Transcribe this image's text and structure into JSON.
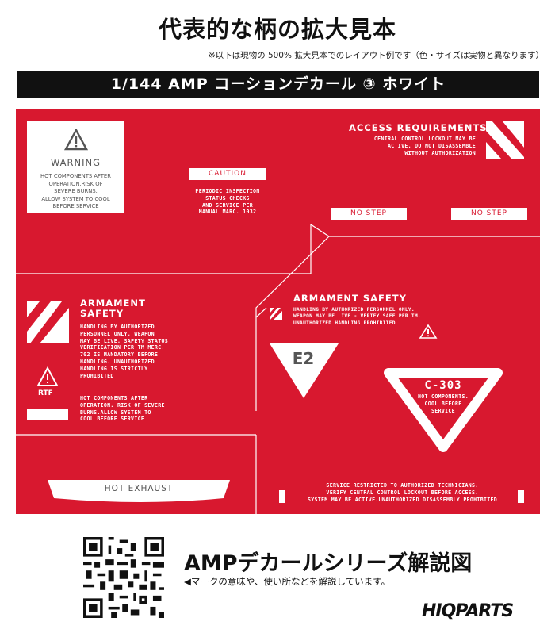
{
  "header": {
    "title": "代表的な柄の拡大見本",
    "note": "※以下は現物の 500% 拡大見本でのレイアウト例です（色・サイズは実物と異なります）",
    "product": "1/144 AMP コーションデカール ③ ホワイト"
  },
  "decal": {
    "background_color": "#d8182f",
    "warning": {
      "title": "WARNING",
      "lines": [
        "HOT COMPONENTS AFTER",
        "OPERATION.RISK OF",
        "SEVERE BURNS.",
        "ALLOW SYSTEM TO COOL",
        "BEFORE SERVICE"
      ]
    },
    "caution": {
      "tag": "CAUTION",
      "lines": [
        "PERIODIC INSPECTION",
        "STATUS CHECKS",
        "AND SERVICE PER",
        "MANUAL MARC. 1032"
      ]
    },
    "access": {
      "title": "ACCESS REQUIREMENTS",
      "lines": [
        "CENTRAL CONTROL LOCKOUT MAY BE",
        "ACTIVE. DO NOT DISASSEMBLE",
        "WITHOUT AUTHORIZATION"
      ]
    },
    "no_step_left": "NO STEP",
    "no_step_right": "NO STEP",
    "armament_left": {
      "title_1": "ARMAMENT",
      "title_2": "SAFETY",
      "lines": [
        "HANDLING BY AUTHORIZED",
        "PERSONNEL ONLY. WEAPON",
        "MAY BE LIVE. SAFETY STATUS",
        "VERIFICATION PER TM MERC.",
        "702 IS MANDATORY BEFORE",
        "HANDLING. UNAUTHORIZED",
        "HANDLING IS STRICTLY",
        "PROHIBITED"
      ]
    },
    "rtf": "RTF",
    "hot_components": {
      "lines": [
        "HOT COMPONENTS AFTER",
        "OPERATION. RISK OF SEVERE",
        "BURNS.ALLOW SYSTEM TO",
        "COOL BEFORE SERVICE"
      ]
    },
    "hot_exhaust": "HOT EXHAUST",
    "armament_right": {
      "title": "ARMAMENT SAFETY",
      "lines": [
        "HANDLING BY AUTHORIZED PERSONNEL ONLY.",
        "WEAPON MAY BE LIVE - VERIFY SAFE PER TM.",
        "UNAUTHORIZED HANDLING PROHIBITED"
      ]
    },
    "e2": "E2",
    "c303": {
      "title": "C-303",
      "lines": [
        "HOT COMPONENTS.",
        "COOL BEFORE",
        "SERVICE"
      ]
    },
    "service": {
      "lines": [
        "SERVICE RESTRICTED TO AUTHORIZED TECHNICIANS.",
        "VERIFY CENTRAL CONTROL LOCKOUT BEFORE ACCESS.",
        "SYSTEM MAY BE ACTIVE.UNAUTHORIZED DISASSEMBLY PROHIBITED"
      ]
    }
  },
  "footer": {
    "series_title": "AMPデカールシリーズ解説図",
    "series_sub": "◀マークの意味や、使い所などを解説しています。",
    "logo": "HIQPARTS"
  }
}
